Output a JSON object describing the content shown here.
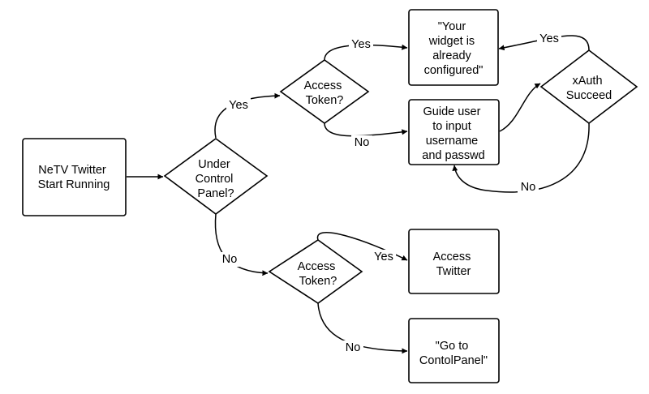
{
  "diagram": {
    "nodes": {
      "start": {
        "lines": [
          "NeTV Twitter",
          "Start Running"
        ]
      },
      "under_control_panel": {
        "lines": [
          "Under",
          "Control",
          "Panel?"
        ]
      },
      "access_token_top": {
        "lines": [
          "Access",
          "Token?"
        ]
      },
      "access_token_bottom": {
        "lines": [
          "Access",
          "Token?"
        ]
      },
      "already_configured": {
        "lines": [
          "\"Your",
          "widget is",
          "already",
          "configured\""
        ]
      },
      "guide_user": {
        "lines": [
          "Guide user",
          "to input",
          "username",
          "and passwd"
        ]
      },
      "xauth_succeed": {
        "lines": [
          "xAuth",
          "Succeed"
        ]
      },
      "access_twitter": {
        "lines": [
          "Access",
          "Twitter"
        ]
      },
      "go_to_control_panel": {
        "lines": [
          "\"Go to",
          "ContolPanel\""
        ]
      }
    },
    "edge_labels": {
      "ucp_yes": "Yes",
      "ucp_no": "No",
      "top_yes": "Yes",
      "top_no": "No",
      "xauth_yes": "Yes",
      "xauth_no": "No",
      "bottom_yes": "Yes",
      "bottom_no": "No"
    }
  }
}
